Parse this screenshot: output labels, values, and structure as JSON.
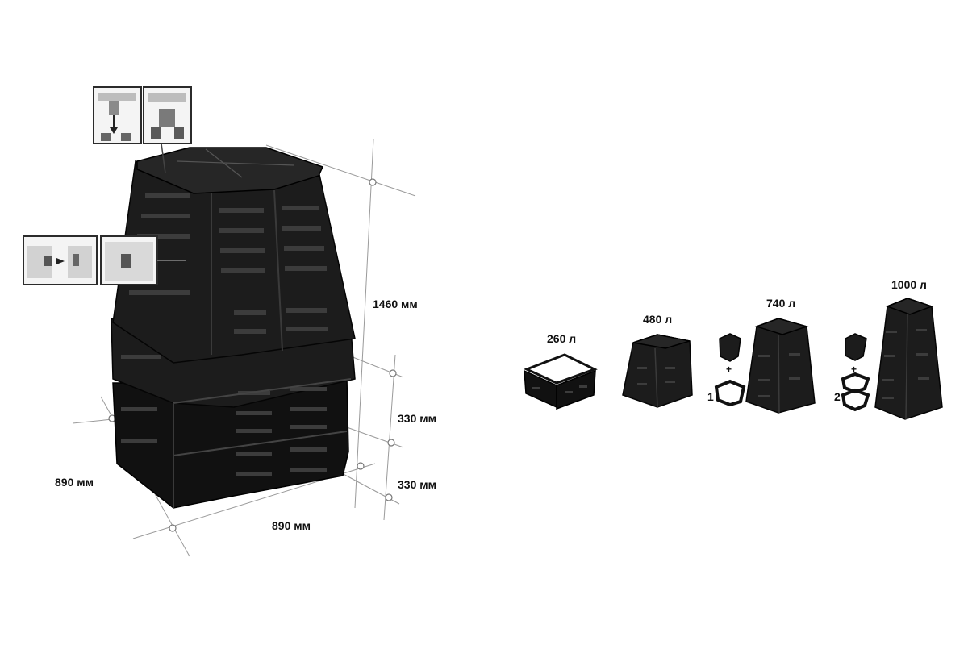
{
  "dimensions": {
    "height": "1460 мм",
    "module_height_upper": "330 мм",
    "module_height_lower": "330 мм",
    "depth": "890 мм",
    "width": "890 мм"
  },
  "capacities": [
    {
      "label": "260 л"
    },
    {
      "label": "480 л"
    },
    {
      "label": "740 л",
      "extra_rings": "1",
      "plus": "+"
    },
    {
      "label": "1000 л",
      "extra_rings": "2",
      "plus": "+"
    }
  ],
  "colors": {
    "product": "#1c1c1c",
    "guides": "#9a9a9a",
    "background": "#ffffff"
  }
}
